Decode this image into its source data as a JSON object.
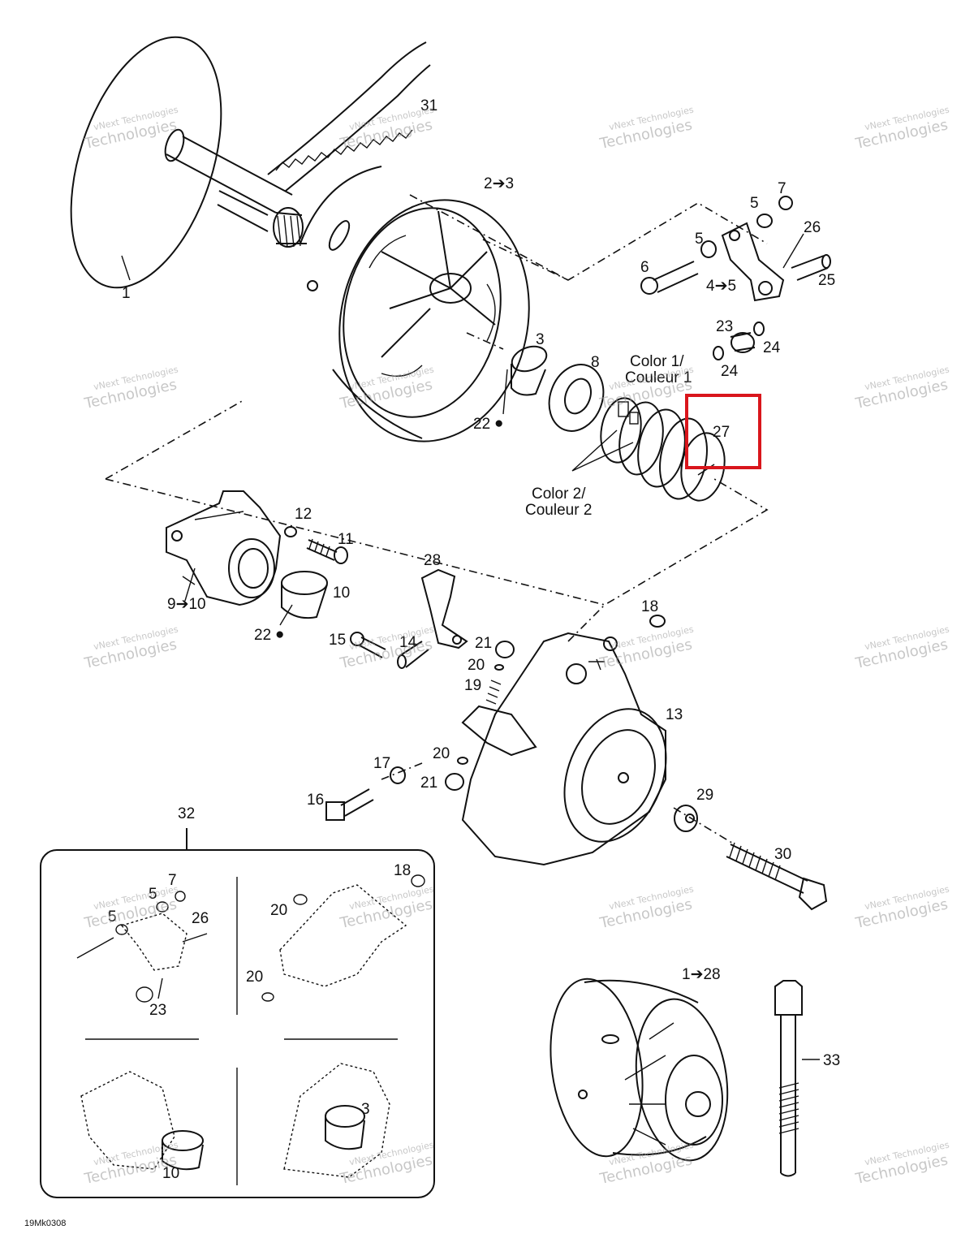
{
  "callouts": {
    "c1": "1",
    "c2_3": "2➔3",
    "c3a": "3",
    "c3b": "3",
    "c4_5": "4➔5",
    "c5a": "5",
    "c5b": "5",
    "c5c": "5",
    "c5d": "5",
    "c6": "6",
    "c7a": "7",
    "c7b": "7",
    "c8": "8",
    "c9_10": "9➔10",
    "c10a": "10",
    "c10b": "10",
    "c11": "11",
    "c12": "12",
    "c13": "13",
    "c14": "14",
    "c15": "15",
    "c16": "16",
    "c17": "17",
    "c18a": "18",
    "c18b": "18",
    "c19": "19",
    "c20a": "20",
    "c20b": "20",
    "c20c": "20",
    "c20d": "20",
    "c21a": "21",
    "c21b": "21",
    "c22a": "22",
    "c22b": "22",
    "c23a": "23",
    "c23b": "23",
    "c24a": "24",
    "c24b": "24",
    "c25": "25",
    "c26a": "26",
    "c26b": "26",
    "c27": "27",
    "c28": "28",
    "c29": "29",
    "c30": "30",
    "c31": "31",
    "c32": "32",
    "c1_28": "1➔28",
    "c33": "33"
  },
  "notes": {
    "color1_line1": "Color 1/",
    "color1_line2": "Couleur 1",
    "color2_line1": "Color 2/",
    "color2_line2": "Couleur 2",
    "lube_symbol": "●"
  },
  "figure_code": "19Mk0308",
  "watermark": {
    "line1": "vNext Technologies",
    "line2": "Technologies"
  },
  "highlight": {
    "target": "27",
    "color": "#d9161c"
  }
}
